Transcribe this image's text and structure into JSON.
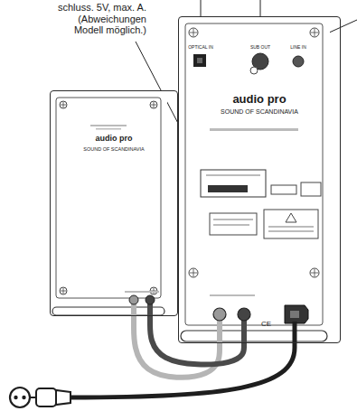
{
  "diagram": {
    "nodes": [
      {
        "text": [
          "audio pro",
          "SOUND OF SCANDINAVIA"
        ]
      },
      {
        "text": [
          "audio pro",
          "SOUND OF SCANDINAVIA"
        ]
      }
    ],
    "edges": [
      {
        "from": 0,
        "to": 1,
        "arrow": "none"
      },
      {
        "from": 0,
        "to": 1,
        "arrow": "none"
      }
    ],
    "labels": [
      "schluss. 5V, max. A. (Abweichungen Modell möglich.)",
      "OPTICAL IN",
      "SUB OUT",
      "LINE IN",
      "CE"
    ]
  }
}
